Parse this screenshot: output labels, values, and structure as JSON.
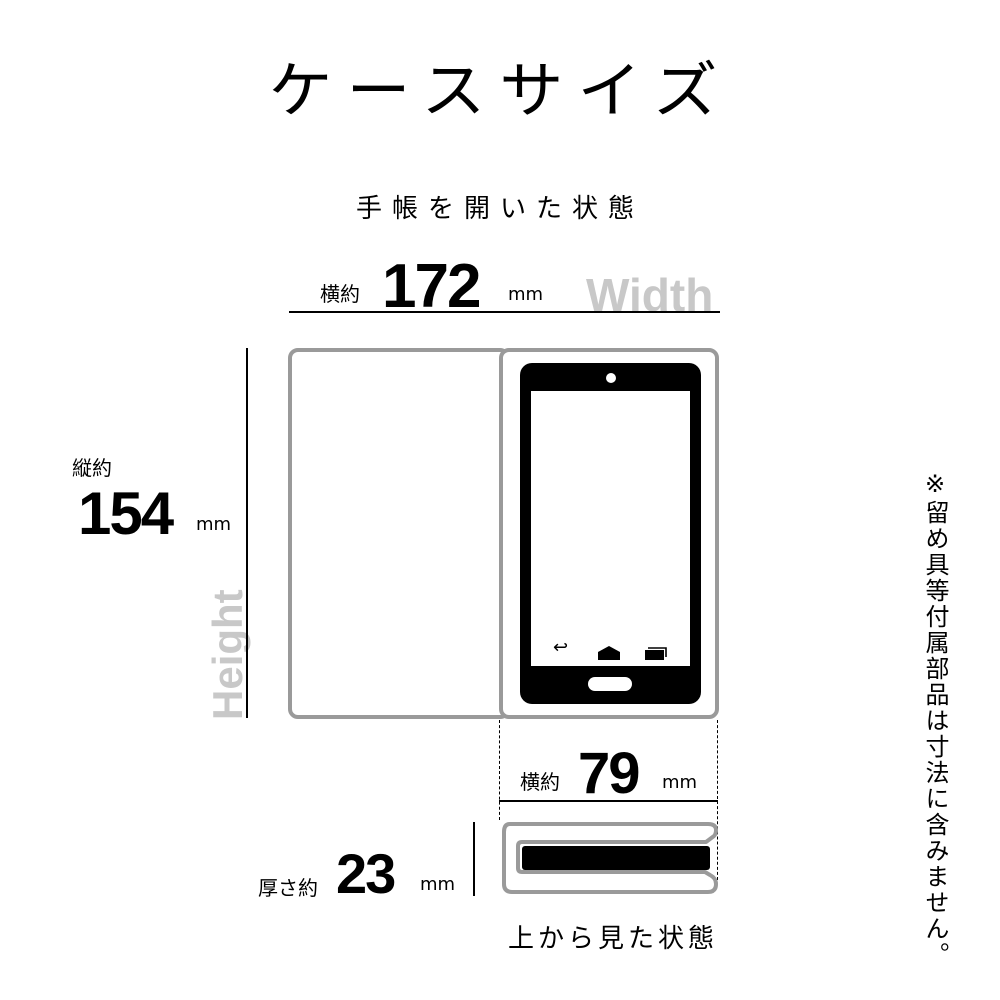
{
  "title": "ケースサイズ",
  "subtitle": "手帳を開いた状態",
  "width_dim": {
    "prefix": "横約",
    "value": "172",
    "unit": "mm",
    "ghost_label": "Width"
  },
  "height_dim": {
    "prefix": "縦約",
    "value": "154",
    "unit": "mm",
    "ghost_label": "Height"
  },
  "phone_width_dim": {
    "prefix": "横約",
    "value": "79",
    "unit": "mm"
  },
  "thickness_dim": {
    "prefix": "厚さ約",
    "value": "23",
    "unit": "mm"
  },
  "top_view_caption": "上から見た状態",
  "note": "※留め具等付属部品は寸法に含みません。",
  "colors": {
    "outline": "#9a9a9a",
    "ghost_text": "#c8c8c8",
    "ink": "#000000"
  },
  "icons": {
    "back": "↩",
    "home": "home-shape",
    "recents": "recents-shape"
  }
}
